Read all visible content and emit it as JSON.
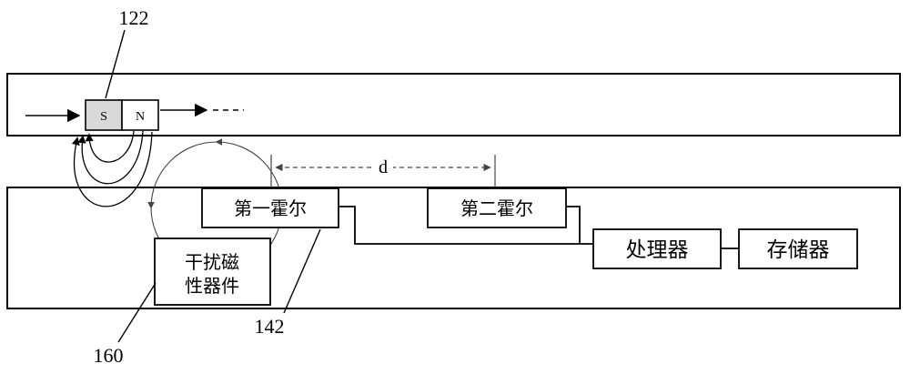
{
  "figure": {
    "refs": {
      "magnet": "122",
      "hall1": "142",
      "interference": "160"
    },
    "dimension_label": "d",
    "magnet": {
      "south": "S",
      "north": "N"
    },
    "boxes": {
      "hall1": "第一霍尔",
      "hall2": "第二霍尔",
      "processor": "处理器",
      "memory": "存储器",
      "interference": [
        "干扰磁",
        "性器件"
      ]
    },
    "colors": {
      "line": "#000000",
      "thin_line": "#444444",
      "magnet_s_fill": "#d9d9d9",
      "box_fill": "#ffffff"
    }
  }
}
